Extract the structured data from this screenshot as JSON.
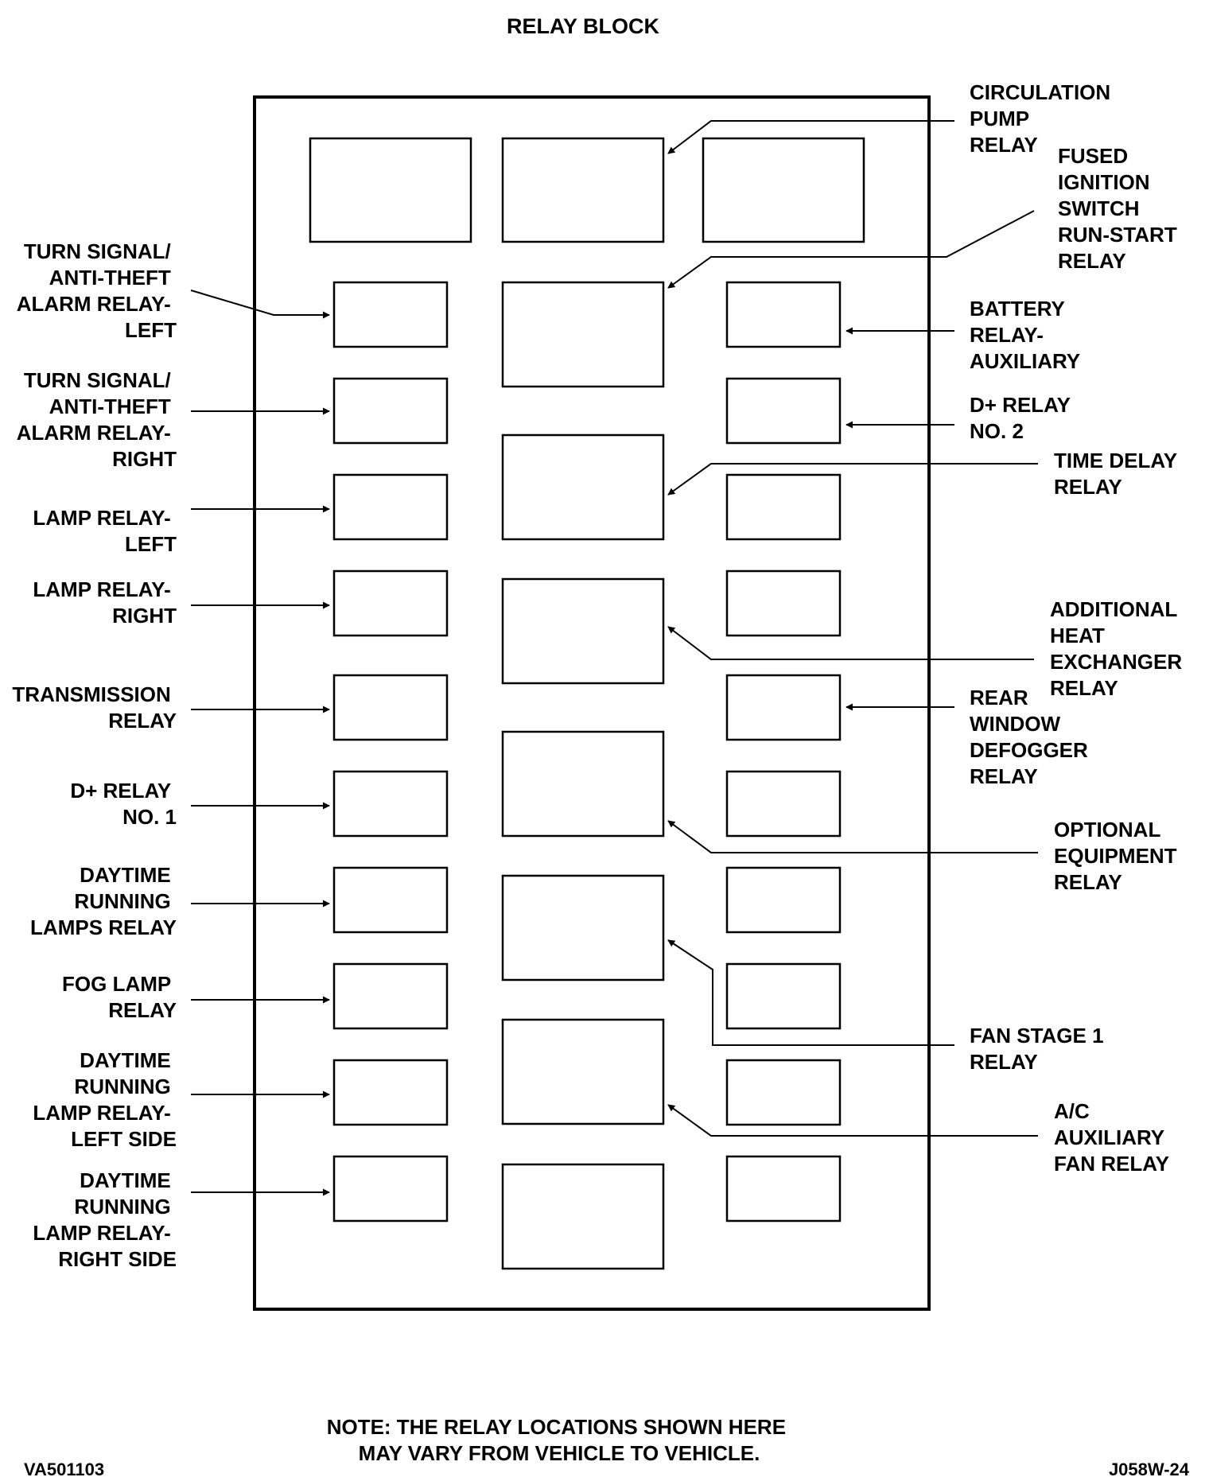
{
  "title": "RELAY BLOCK",
  "labels": {
    "circulation_pump": [
      "CIRCULATION",
      "PUMP",
      "RELAY"
    ],
    "fused_ignition": [
      "FUSED",
      "IGNITION",
      "SWITCH",
      "RUN-START",
      "RELAY"
    ],
    "turn_signal_left": [
      "TURN SIGNAL/",
      "ANTI-THEFT",
      "ALARM RELAY-",
      "LEFT"
    ],
    "battery_aux": [
      "BATTERY",
      "RELAY-",
      "AUXILIARY"
    ],
    "turn_signal_right": [
      "TURN SIGNAL/",
      "ANTI-THEFT",
      "ALARM RELAY-",
      "RIGHT"
    ],
    "d_plus_2": [
      "D+ RELAY",
      "NO. 2"
    ],
    "time_delay": [
      "TIME DELAY",
      "RELAY"
    ],
    "lamp_left": [
      "LAMP RELAY-",
      "LEFT"
    ],
    "lamp_right": [
      "LAMP RELAY-",
      "RIGHT"
    ],
    "additional_heat": [
      "ADDITIONAL",
      "HEAT",
      "EXCHANGER",
      "RELAY"
    ],
    "transmission": [
      "TRANSMISSION",
      "RELAY"
    ],
    "rear_defogger": [
      "REAR",
      "WINDOW",
      "DEFOGGER",
      "RELAY"
    ],
    "d_plus_1": [
      "D+ RELAY",
      "NO. 1"
    ],
    "optional_equipment": [
      "OPTIONAL",
      "EQUIPMENT",
      "RELAY"
    ],
    "drl": [
      "DAYTIME",
      "RUNNING",
      "LAMPS RELAY"
    ],
    "fog_lamp": [
      "FOG LAMP",
      "RELAY"
    ],
    "fan_stage_1": [
      "FAN STAGE 1",
      "RELAY"
    ],
    "drl_left": [
      "DAYTIME",
      "RUNNING",
      "LAMP RELAY-",
      "LEFT SIDE"
    ],
    "ac_aux_fan": [
      "A/C",
      "AUXILIARY",
      "FAN RELAY"
    ],
    "drl_right": [
      "DAYTIME",
      "RUNNING",
      "LAMP RELAY-",
      "RIGHT SIDE"
    ]
  },
  "note": [
    "NOTE: THE RELAY LOCATIONS SHOWN HERE",
    "MAY VARY FROM VEHICLE TO VEHICLE."
  ],
  "code_left": "VA501103",
  "code_right": "J058W-24"
}
